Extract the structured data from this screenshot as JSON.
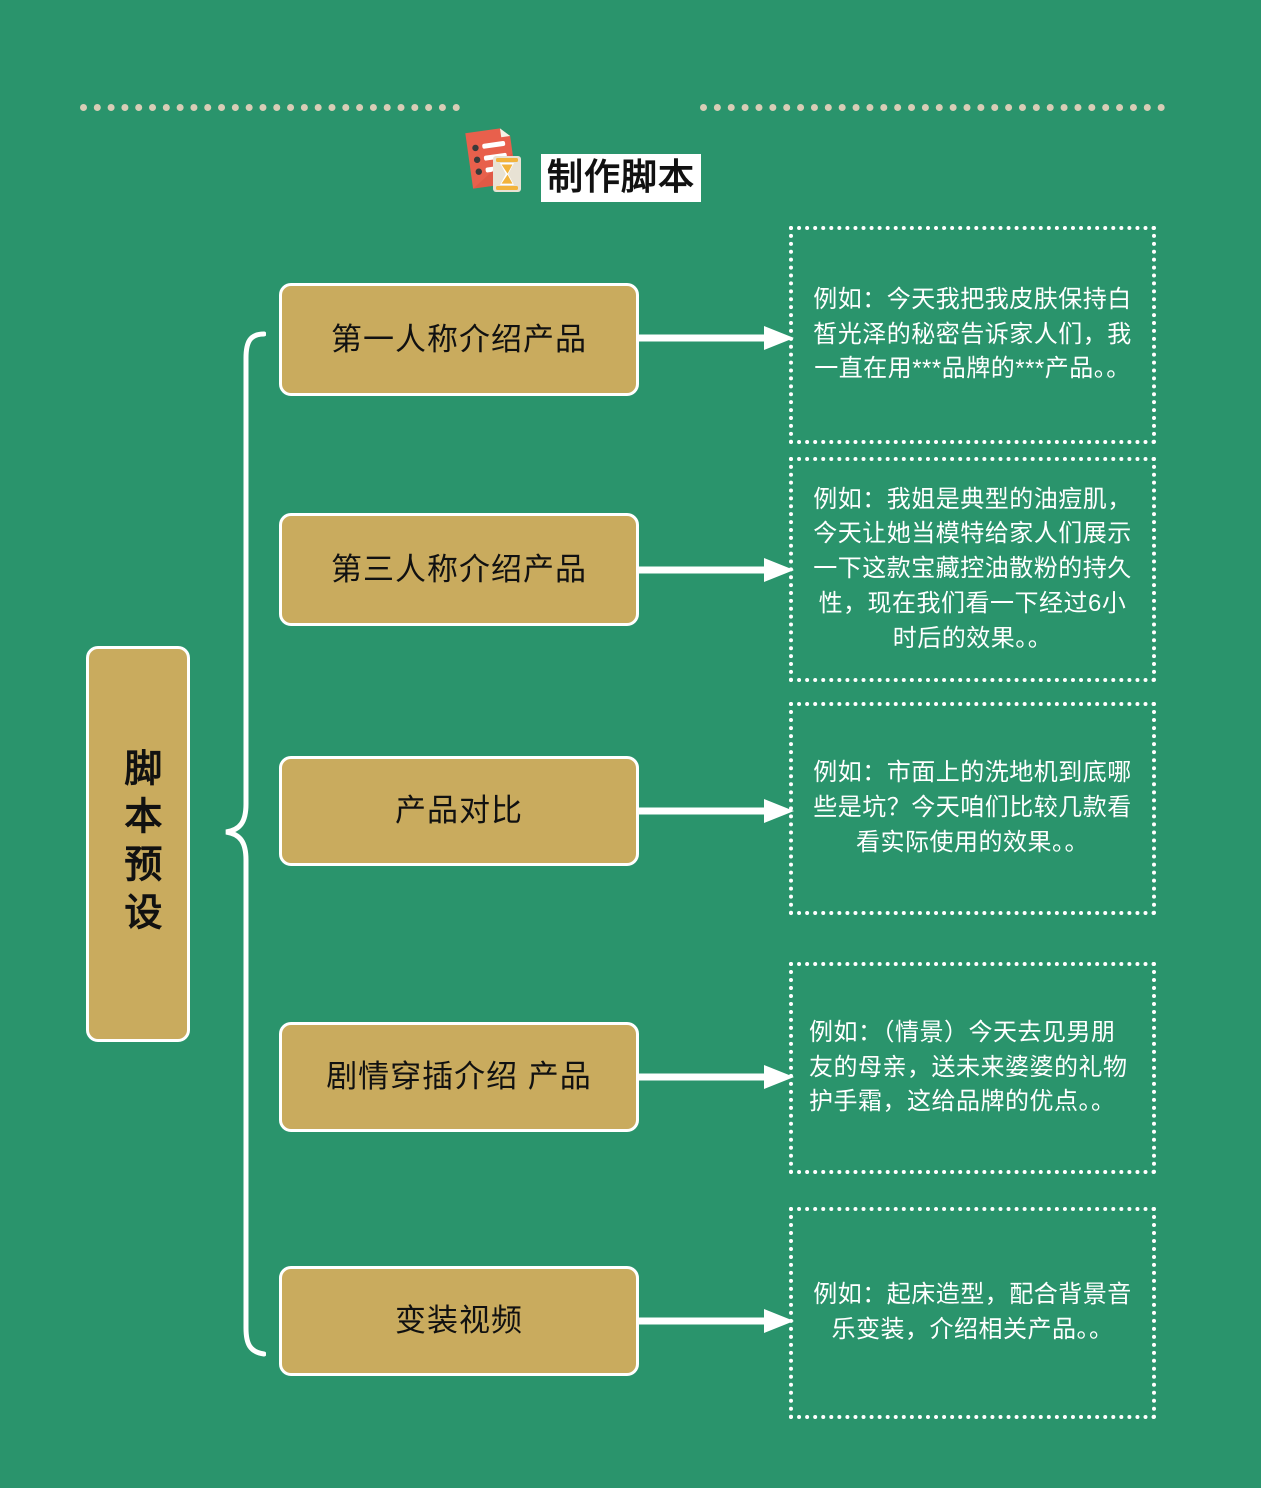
{
  "header": {
    "title": "制作脚本",
    "icon": "document-hourglass-icon",
    "rule_color": "#d8cdb6"
  },
  "theme": {
    "background": "#2a946c",
    "card": "#c9ab5e",
    "outline": "#ffffff",
    "text_dark": "#111111",
    "text_light": "#ffffff"
  },
  "root": {
    "label": "脚本预设"
  },
  "branches": [
    {
      "label": "第一人称介绍产品",
      "example": "例如：今天我把我皮肤保持白皙光泽的秘密告诉家人们，我一直在用***品牌的***产品。。",
      "align": "center"
    },
    {
      "label": "第三人称介绍产品",
      "example": "例如：我姐是典型的油痘肌，今天让她当模特给家人们展示一下这款宝藏控油散粉的持久性，现在我们看一下经过6小时后的效果。。",
      "align": "center"
    },
    {
      "label": "产品对比",
      "example": "例如：市面上的洗地机到底哪些是坑？今天咱们比较几款看看实际使用的效果。。",
      "align": "center"
    },
    {
      "label": "剧情穿插介绍 产品",
      "example": "例如：（情景）今天去见男朋友的母亲，送未来婆婆的礼物护手霜，这给品牌的优点。。",
      "align": "left"
    },
    {
      "label": "变装视频",
      "example": "例如：起床造型，配合背景音乐变装，介绍相关产品。。",
      "align": "center"
    }
  ]
}
